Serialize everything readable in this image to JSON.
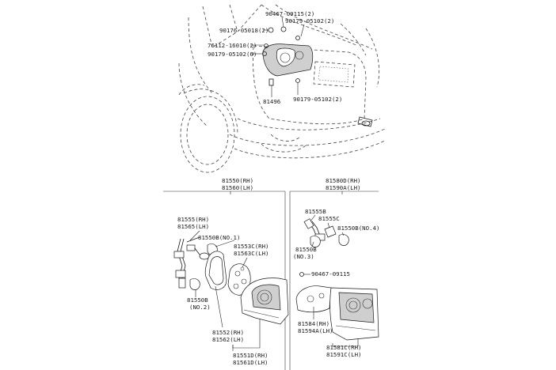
{
  "vehicle_callouts": {
    "c1": "90467-09115(2)",
    "c2": "90179-05102(2)",
    "c3": "90176-05018(2)",
    "c4": "76112-16010(2)",
    "c5": "90179-05102(6)",
    "c6": "81496",
    "c7": "90179-05102(2)"
  },
  "rh_lamp_assembly": {
    "assembly_rh": "81550(RH)",
    "assembly_lh": "81560(LH)",
    "socket_rh": "81555(RH)",
    "socket_lh": "81565(LH)",
    "bulb_no1": "81550B(NO.1)",
    "gasket_rh": "81553C(RH)",
    "gasket_lh": "81563C(LH)",
    "bulb_no2_part": "81550B",
    "bulb_no2_note": "(NO.2)",
    "lens_gasket_rh": "81552(RH)",
    "lens_gasket_lh": "81562(LH)",
    "housing_rh": "81551D(RH)",
    "housing_lh": "81561D(LH)"
  },
  "lh_lamp_assembly": {
    "assembly_rh": "81580D(RH)",
    "assembly_lh": "81590A(LH)",
    "socket": "81555B",
    "holder": "81555C",
    "bulb_no4": "81550B(NO.4)",
    "bulb_no3_part": "81550B",
    "bulb_no3_note": "(NO.3)",
    "screw": "90467-09115",
    "gasket_rh": "81584(RH)",
    "gasket_lh": "81594A(LH)",
    "lens_rh": "81581C(RH)",
    "lens_lh": "81591C(LH)"
  }
}
